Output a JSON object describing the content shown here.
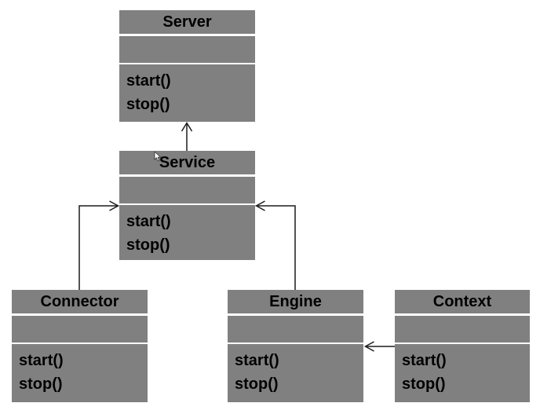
{
  "diagram": {
    "type": "uml-class-diagram",
    "colors": {
      "box_fill": "#808080",
      "text": "#000000",
      "line": "#1c1c1c",
      "background": "#ffffff"
    },
    "icons": {
      "cursor": "mouse-pointer-icon"
    },
    "classes": [
      {
        "name": "Server",
        "attributes": [],
        "methods": [
          "start()",
          "stop()"
        ]
      },
      {
        "name": "Service",
        "attributes": [],
        "methods": [
          "start()",
          "stop()"
        ]
      },
      {
        "name": "Connector",
        "attributes": [],
        "methods": [
          "start()",
          "stop()"
        ]
      },
      {
        "name": "Engine",
        "attributes": [],
        "methods": [
          "start()",
          "stop()"
        ]
      },
      {
        "name": "Context",
        "attributes": [],
        "methods": [
          "start()",
          "stop()"
        ]
      }
    ],
    "relations": [
      {
        "from": "Service",
        "to": "Server",
        "style": "open-arrow"
      },
      {
        "from": "Connector",
        "to": "Service",
        "style": "open-arrow"
      },
      {
        "from": "Engine",
        "to": "Service",
        "style": "open-arrow"
      },
      {
        "from": "Context",
        "to": "Engine",
        "style": "open-arrow"
      }
    ]
  }
}
